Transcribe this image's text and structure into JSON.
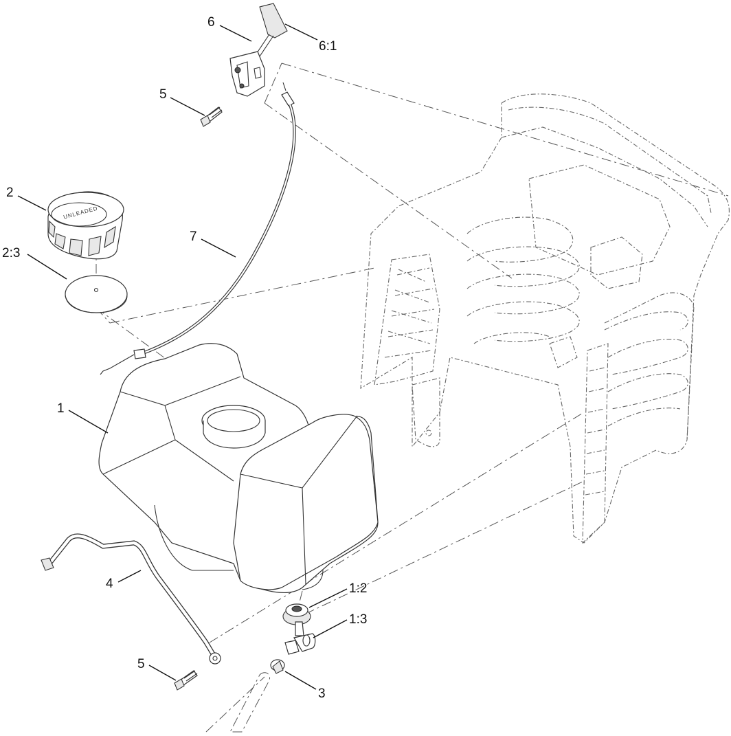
{
  "callouts": {
    "c6": "6",
    "c6_1": "6:1",
    "c5_top": "5",
    "c2": "2",
    "c2_3": "2:3",
    "c7": "7",
    "c1": "1",
    "c4": "4",
    "c1_2": "1:2",
    "c1_3": "1:3",
    "c5_bottom": "5",
    "c3": "3"
  },
  "fuel_cap_logo": "UNLEADED",
  "colors": {
    "line": "#333333",
    "phantom": "#555555",
    "background": "#ffffff"
  }
}
